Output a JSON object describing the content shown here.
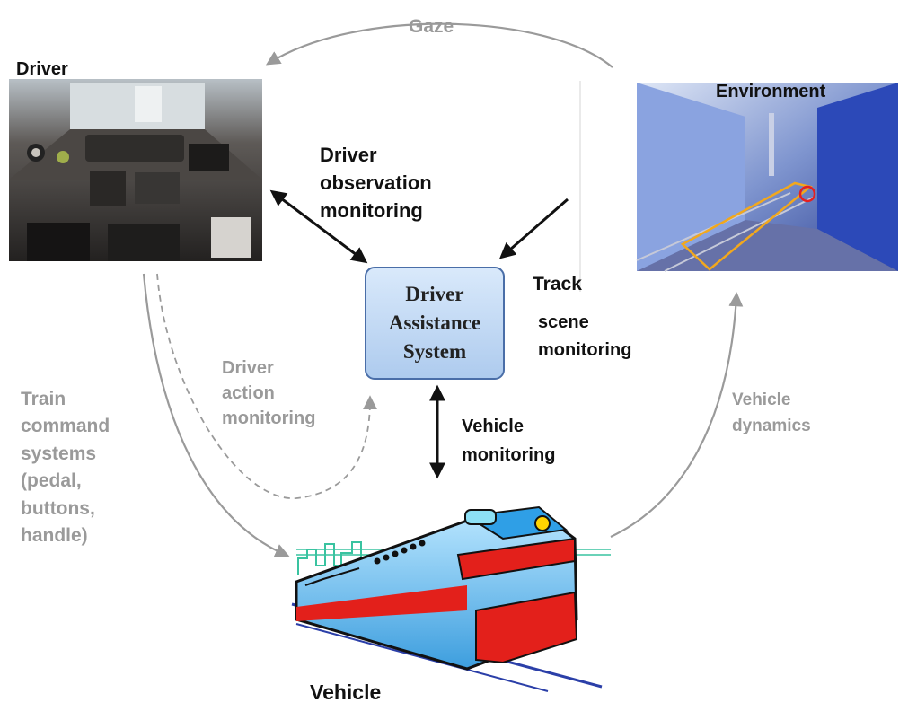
{
  "nodes": {
    "driver": {
      "title": "Driver"
    },
    "environment": {
      "title": "Environment"
    },
    "vehicle": {
      "title": "Vehicle"
    },
    "assistance": {
      "lines": [
        "Driver",
        "Assistance",
        "System"
      ]
    }
  },
  "edges": {
    "gaze": {
      "lines": [
        "Gaze"
      ]
    },
    "driver_observation": {
      "lines": [
        "Driver",
        "observation",
        "monitoring"
      ]
    },
    "track_scene": {
      "lines": [
        "Track",
        "scene",
        "monitoring"
      ]
    },
    "driver_action": {
      "lines": [
        "Driver",
        "action",
        "monitoring"
      ]
    },
    "train_command": {
      "lines": [
        "Train",
        "command",
        "systems",
        "(pedal,",
        "buttons,",
        "handle)"
      ]
    },
    "vehicle_monitoring": {
      "lines": [
        "Vehicle",
        "monitoring"
      ]
    },
    "vehicle_dynamics": {
      "lines": [
        "Vehicle",
        "dynamics"
      ]
    }
  },
  "colors": {
    "grey_flow": "#9a9a9a",
    "black_link": "#111111",
    "box_border": "#4a6ea8",
    "train_blue": "#5ab4ec",
    "train_red": "#e3201b"
  }
}
